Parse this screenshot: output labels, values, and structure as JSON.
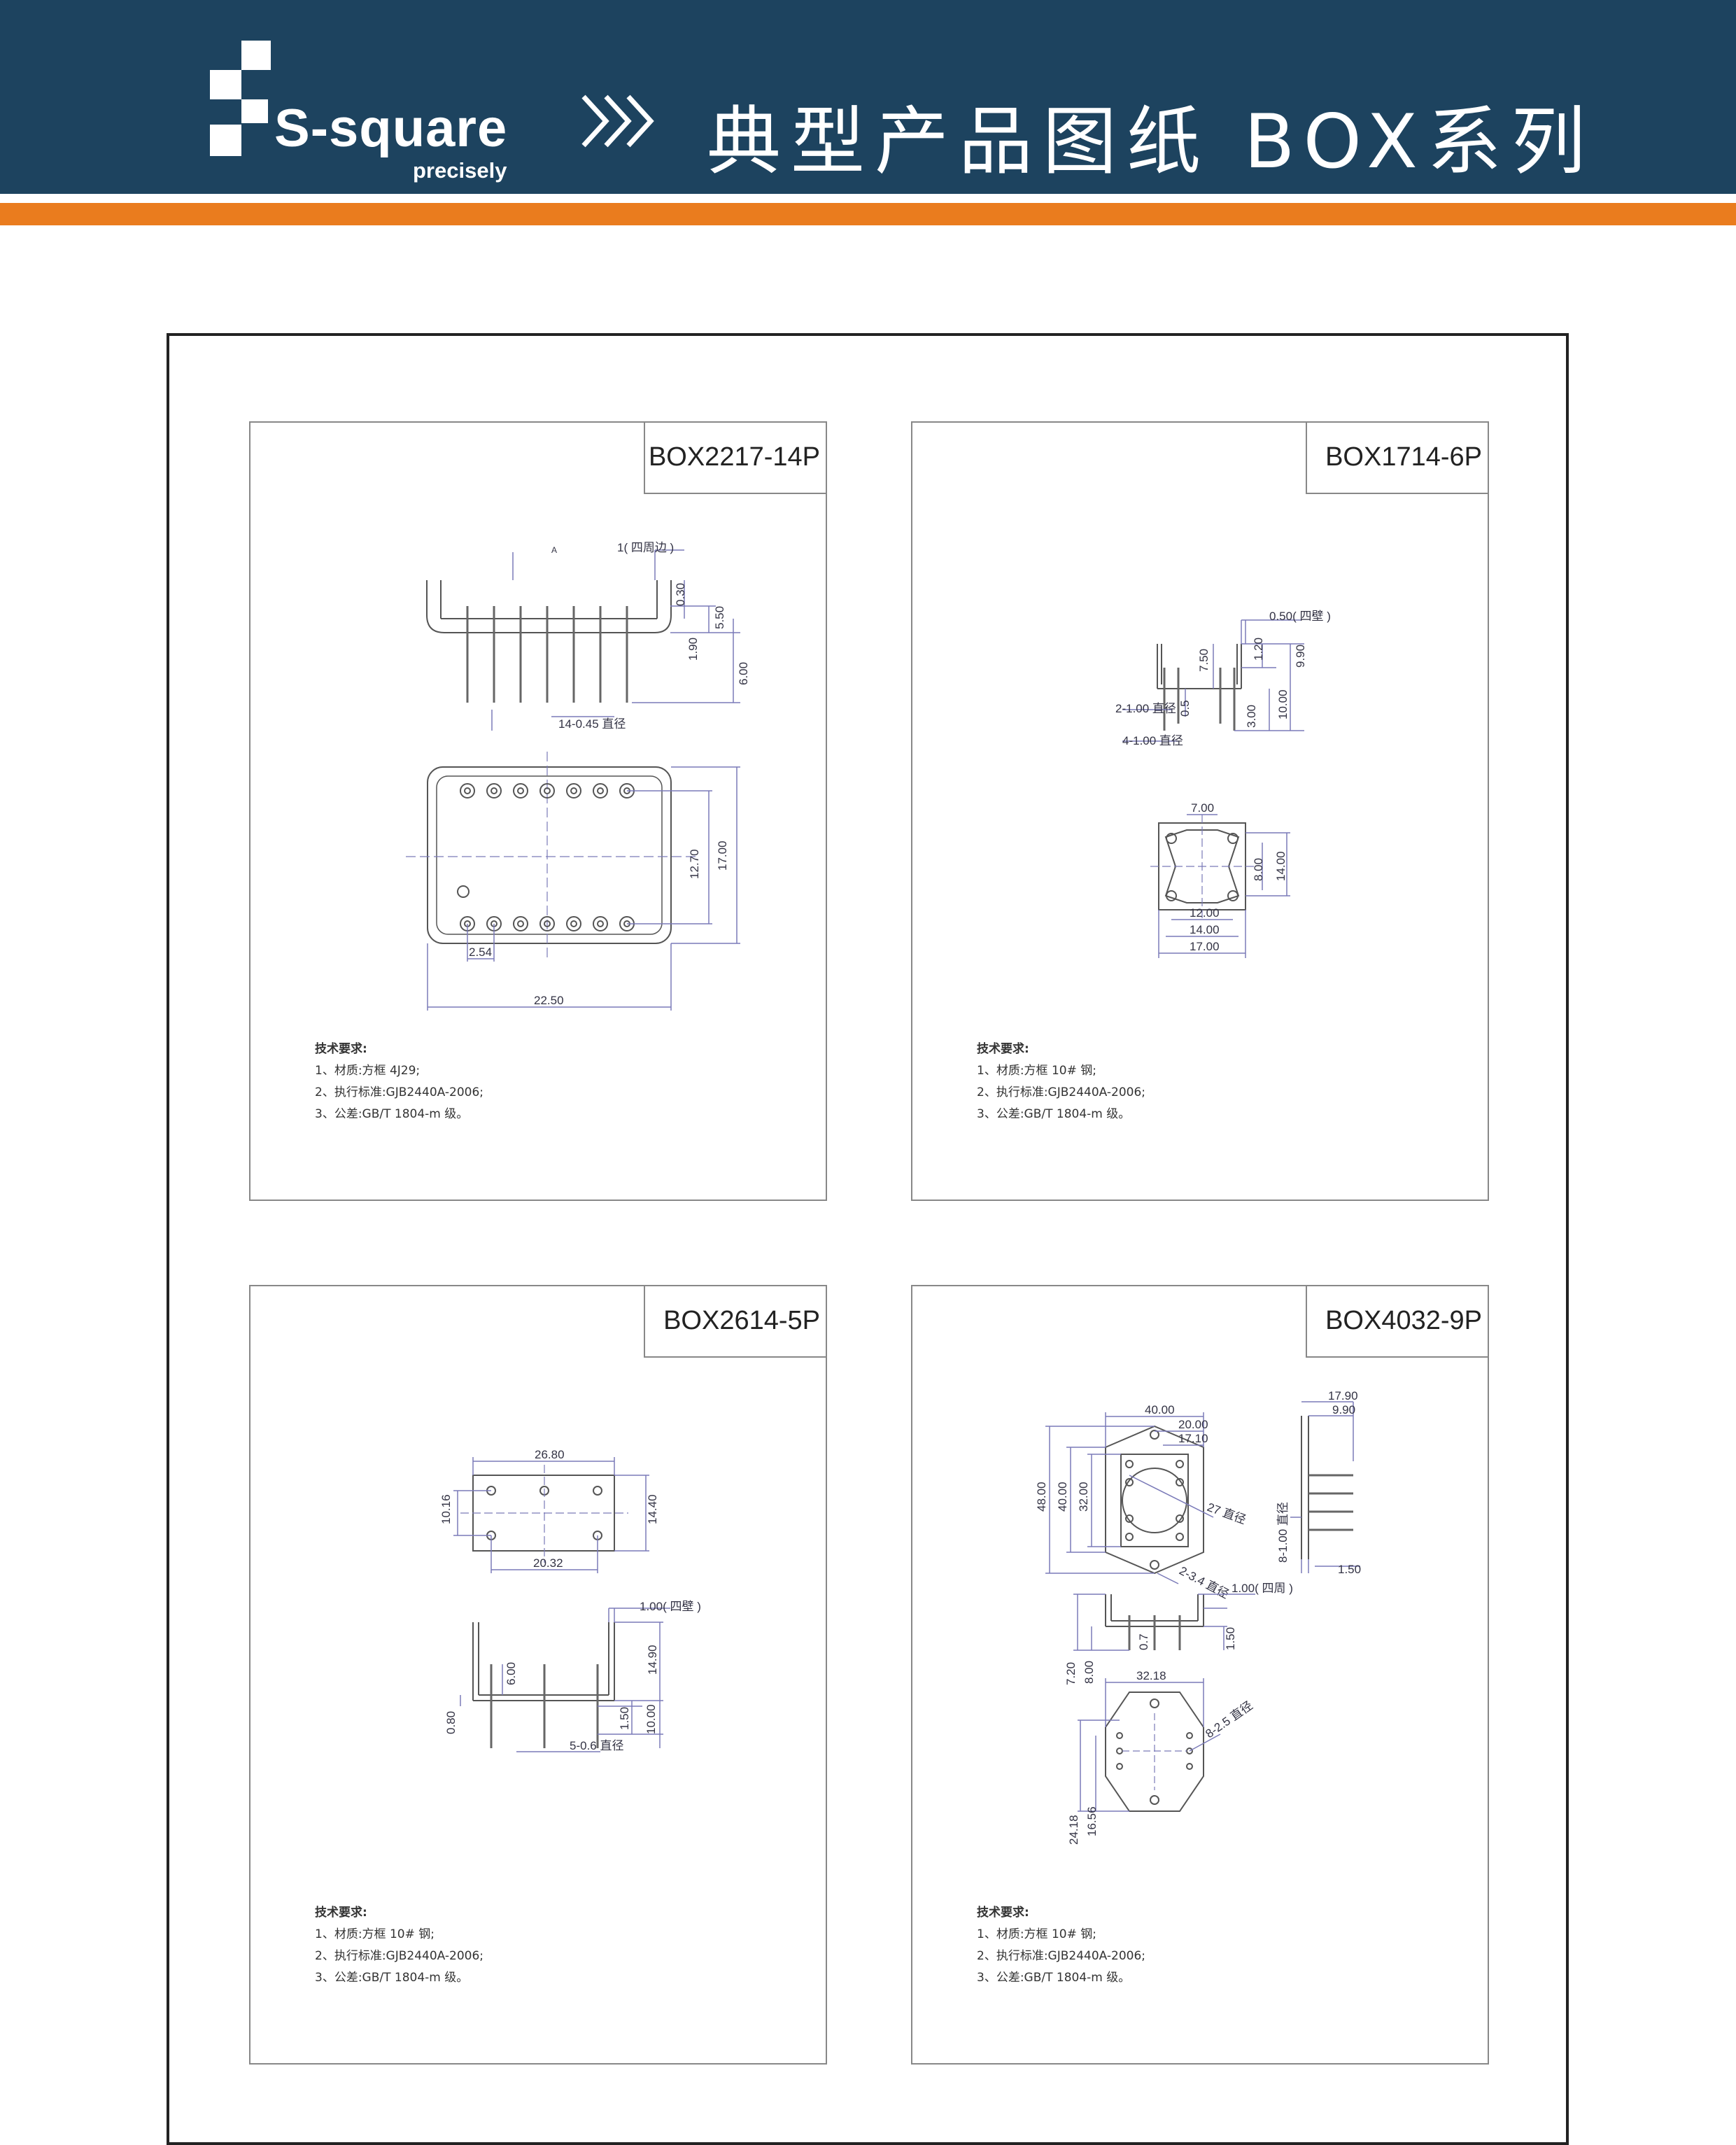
{
  "header": {
    "brand": "S-square",
    "tagline": "precisely",
    "title": "典型产品图纸  BOX系列",
    "colors": {
      "header_bg": "#1d435f",
      "accent_bar": "#ea7c1e"
    }
  },
  "panels": [
    {
      "title": "BOX2217-14P",
      "dims": {
        "d1": "1( 四周边 )",
        "d2": "0.30",
        "d3": "5.50",
        "d4": "1.90",
        "d5": "6.00",
        "d6": "14-0.45 直径",
        "d7": "12.70",
        "d8": "17.00",
        "d9": "2.54",
        "d10": "22.50",
        "d11": "A"
      },
      "requirements": [
        "技术要求:",
        "1、材质:方框 4J29;",
        "2、执行标准:GJB2440A-2006;",
        "3、公差:GB/T 1804-m 级。"
      ]
    },
    {
      "title": "BOX1714-6P",
      "dims": {
        "d1": "0.50( 四壁 )",
        "d2": "7.50",
        "d3": "1.20",
        "d4": "9.90",
        "d5": "2-1.00 直径",
        "d6": "0.5",
        "d7": "3.00",
        "d8": "10.00",
        "d9": "4-1.00 直径",
        "d10": "7.00",
        "d11": "8.00",
        "d12": "14.00",
        "d13": "12.00",
        "d14": "14.00",
        "d15": "17.00"
      },
      "requirements": [
        "技术要求:",
        "1、材质:方框 10# 钢;",
        "2、执行标准:GJB2440A-2006;",
        "3、公差:GB/T 1804-m 级。"
      ]
    },
    {
      "title": "BOX2614-5P",
      "dims": {
        "d1": "26.80",
        "d2": "10.16",
        "d3": "14.40",
        "d4": "20.32",
        "d5": "1.00( 四壁 )",
        "d6": "6.00",
        "d7": "14.90",
        "d8": "0.80",
        "d9": "1.50",
        "d10": "10.00",
        "d11": "5-0.6 直径"
      },
      "requirements": [
        "技术要求:",
        "1、材质:方框 10# 钢;",
        "2、执行标准:GJB2440A-2006;",
        "3、公差:GB/T 1804-m 级。"
      ]
    },
    {
      "title": "BOX4032-9P",
      "dims": {
        "d1": "40.00",
        "d2": "20.00",
        "d3": "17.10",
        "d4": "48.00",
        "d5": "40.00",
        "d6": "32.00",
        "d7": "27 直径",
        "d8": "2-3.4 直径",
        "d9": "17.90",
        "d10": "9.90",
        "d11": "8-1.00 直径",
        "d12": "1.50",
        "d13": "1.00( 四周 )",
        "d14": "0.7",
        "d15": "1.50",
        "d16": "7.20",
        "d17": "8.00",
        "d18": "32.18",
        "d19": "8-2.5 直径",
        "d20": "24.18",
        "d21": "16.56"
      },
      "requirements": [
        "技术要求:",
        "1、材质:方框 10# 钢;",
        "2、执行标准:GJB2440A-2006;",
        "3、公差:GB/T 1804-m 级。"
      ]
    }
  ]
}
